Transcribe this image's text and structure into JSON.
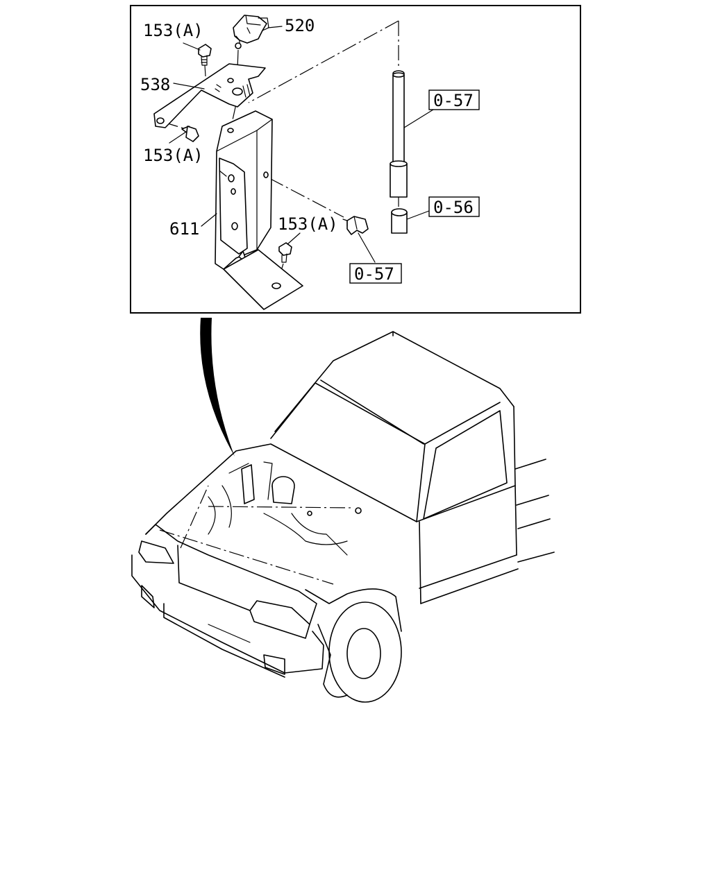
{
  "callouts": {
    "bolt_top": "153(A)",
    "connector": "520",
    "bracket": "538",
    "bolt_left": "153(A)",
    "module": "611",
    "bolt_right": "153(A)",
    "ref_antenna": "0-57",
    "ref_cap": "0-56",
    "ref_clip": "0-57"
  },
  "colors": {
    "line": "#000000",
    "background": "#ffffff"
  }
}
